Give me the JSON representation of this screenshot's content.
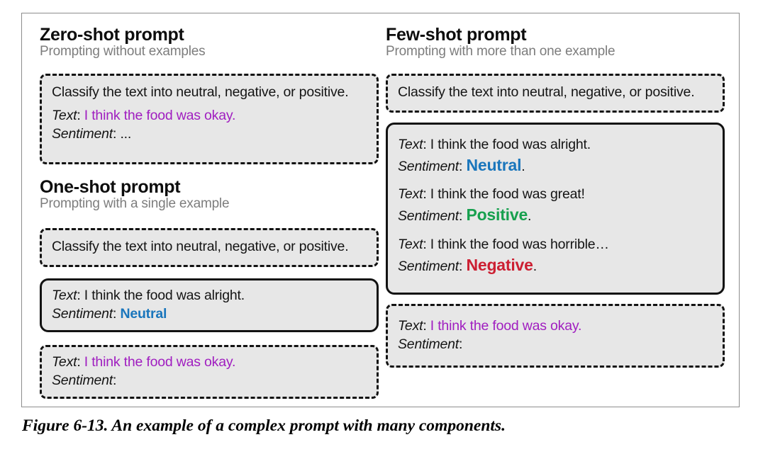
{
  "figure": {
    "caption": "Figure 6-13. An example of a complex prompt with many components.",
    "frame_border_color": "#8d8d8d",
    "box_fill_color": "#e7e7e7",
    "box_border_color": "#121212"
  },
  "colors": {
    "user_text_purple": "#a01ec0",
    "neutral_blue": "#1a76bc",
    "positive_green": "#17a04e",
    "negative_red": "#cc1f32",
    "subtitle_gray": "#7d7d7d"
  },
  "labels": {
    "text": "Text",
    "sentiment": "Sentiment",
    "colon": ":"
  },
  "sections": {
    "zero_shot": {
      "title": "Zero-shot prompt",
      "subtitle": "Prompting without examples",
      "instruction": "Classify the text into neutral, negative, or positive.",
      "query": {
        "text_value": "I think the food was okay.",
        "sentiment_value": "..."
      }
    },
    "one_shot": {
      "title": "One-shot prompt",
      "subtitle": "Prompting with a single example",
      "instruction": "Classify the text into neutral, negative, or positive.",
      "example": {
        "text_value": "I think the food was alright.",
        "sentiment_value": "Neutral",
        "sentiment_color": "#1a76bc"
      },
      "query": {
        "text_value": "I think the food was okay.",
        "sentiment_value": ""
      }
    },
    "few_shot": {
      "title": "Few-shot prompt",
      "subtitle": "Prompting with more than one example",
      "instruction": "Classify the text into neutral, negative, or positive.",
      "examples": [
        {
          "text_value": "I think the food was alright.",
          "sentiment_value": "Neutral",
          "sentiment_color": "#1a76bc",
          "trailing": "."
        },
        {
          "text_value": "I think the food was great!",
          "sentiment_value": "Positive",
          "sentiment_color": "#17a04e",
          "trailing": "."
        },
        {
          "text_value": "I think the food was horrible…",
          "sentiment_value": "Negative",
          "sentiment_color": "#cc1f32",
          "trailing": "."
        }
      ],
      "query": {
        "text_value": "I think the food was okay.",
        "sentiment_value": ""
      }
    }
  }
}
